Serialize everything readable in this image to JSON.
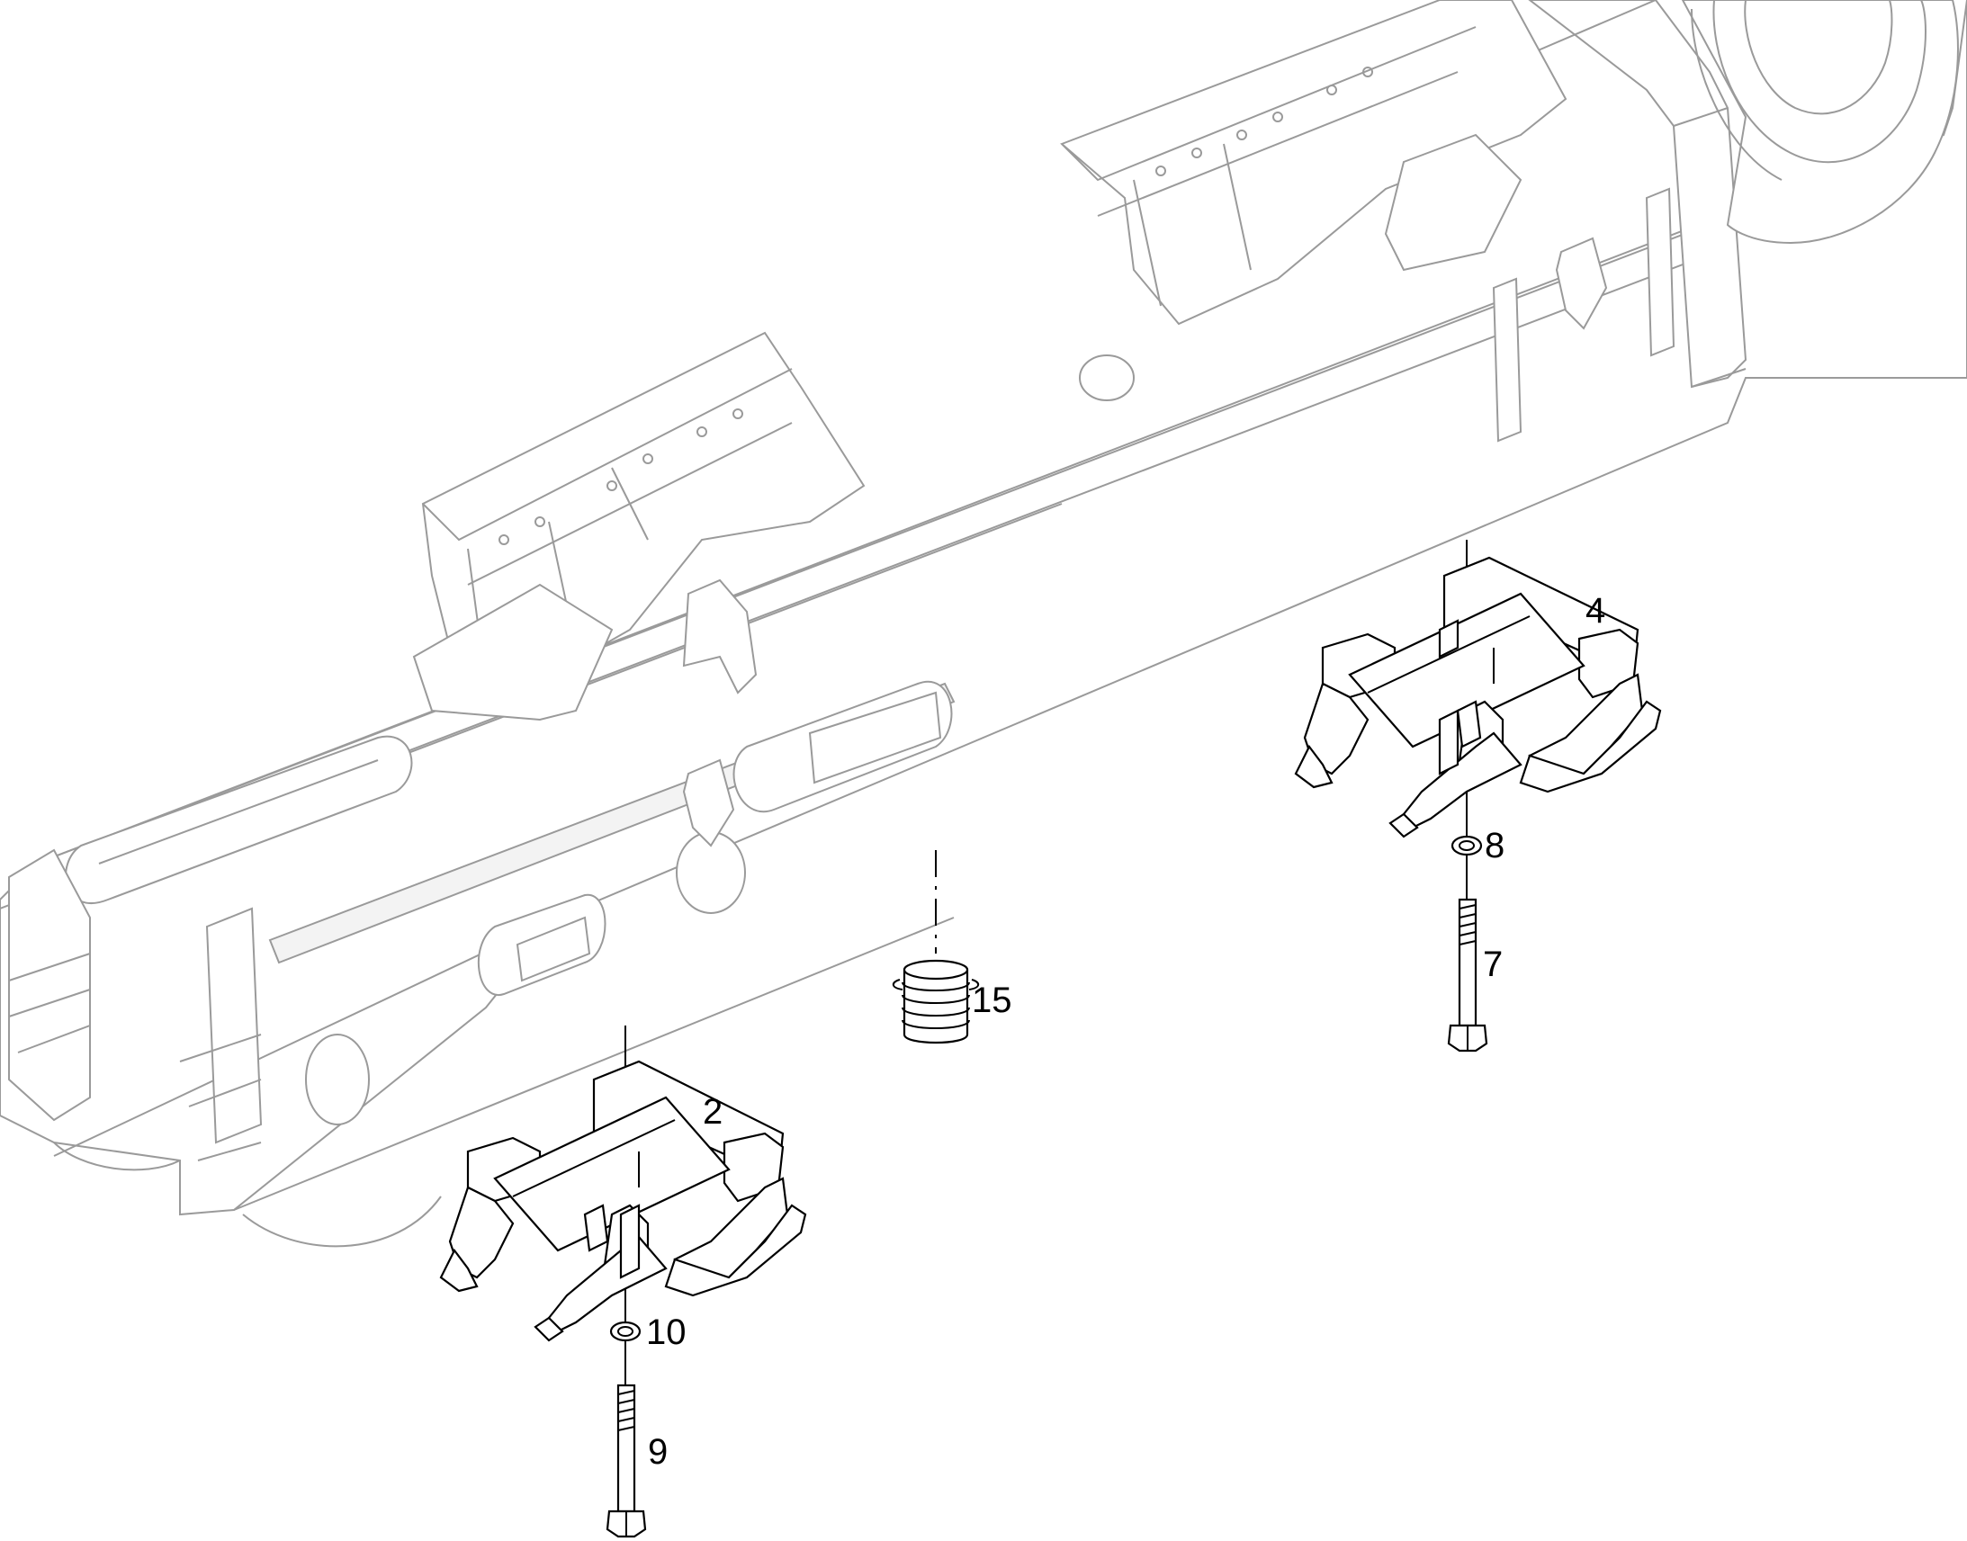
{
  "callouts": {
    "item_2": "2",
    "item_4": "4",
    "item_7": "7",
    "item_8": "8",
    "item_9": "9",
    "item_10": "10",
    "item_15": "15"
  }
}
